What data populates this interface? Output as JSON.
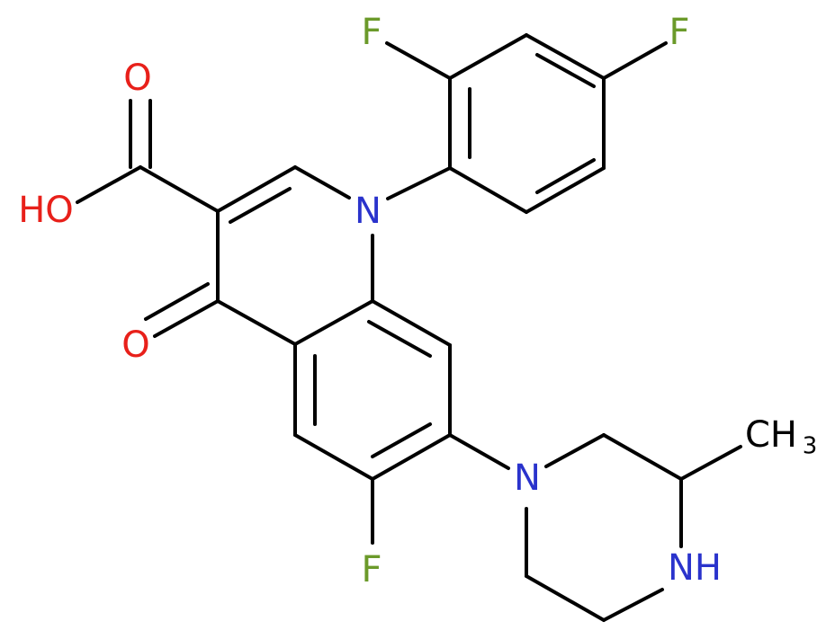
{
  "colors": {
    "bond": "#000000",
    "fluorine": "#6b9a2a",
    "oxygen": "#e8201a",
    "nitrogen": "#2a33cc",
    "carbon_label": "#000000"
  },
  "atoms": {
    "f_top_left": "F",
    "f_top_right": "F",
    "o_carbonyl_acid": "O",
    "oh_acid": "HO",
    "n_quinolone": "N",
    "o_ketone": "O",
    "n_piperazine": "N",
    "methyl": "CH",
    "methyl_sub": "3",
    "nh_piperazine": "NH",
    "f_bottom": "F"
  }
}
